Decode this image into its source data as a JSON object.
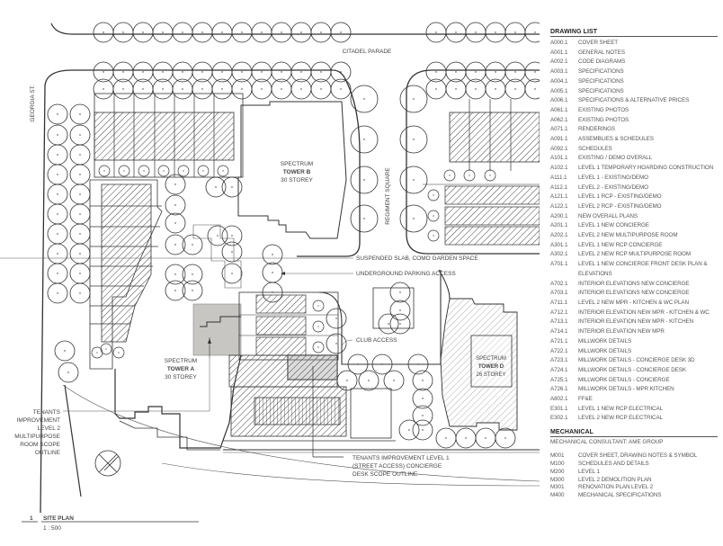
{
  "site_plan": {
    "street_labels": {
      "top": "CITADEL PARADE",
      "left": "GEORGIA ST.",
      "middle": "REGIMENT SQUARE"
    },
    "towers": [
      {
        "name": "SPECTRUM",
        "tower": "TOWER B",
        "storeys": "30 STOREY"
      },
      {
        "name": "SPECTRUM",
        "tower": "TOWER A",
        "storeys": "30 STOREY"
      },
      {
        "name": "SPECTRUM",
        "tower": "TOWER D",
        "storeys": "26 STOREY"
      }
    ],
    "callouts": {
      "garden": "SUSPENDED SLAB, COMO GARDEN SPACE",
      "parking": "UNDERGROUND PARKING ACCESS",
      "club": "CLUB ACCESS",
      "level2_lines": [
        "TENANTS",
        "IMPROVEMENT",
        "LEVEL 2",
        "MULTIPURPOSE",
        "ROOM SCOPE",
        "OUTLINE"
      ],
      "level1_lines": [
        "TENANTS IMPROVEMENT LEVEL 1",
        "(STREET ACCESS) CONCIERGE",
        "DESK SCOPE OUTLINE"
      ]
    },
    "title_block": {
      "number": "1",
      "title": "SITE PLAN",
      "scale": "1 : 500"
    },
    "colors": {
      "line": "#333333",
      "scope_fill": "#c8c6c3",
      "hatch": "#444444"
    }
  },
  "drawing_list": {
    "title": "DRAWING LIST",
    "items": [
      {
        "code": "A000.1",
        "desc": "COVER SHEET"
      },
      {
        "code": "A001.1",
        "desc": "GENERAL NOTES"
      },
      {
        "code": "A002.1",
        "desc": "CODE DIAGRAMS"
      },
      {
        "code": "A003.1",
        "desc": "SPECIFICATIONS"
      },
      {
        "code": "A004.1",
        "desc": "SPECIFICATIONS"
      },
      {
        "code": "A005.1",
        "desc": "SPECIFICATIONS"
      },
      {
        "code": "A006.1",
        "desc": "SPECIFICATIONS & ALTERNATIVE PRICES"
      },
      {
        "code": "A061.1",
        "desc": "EXISTING PHOTOS"
      },
      {
        "code": "A062.1",
        "desc": "EXISTING PHOTOS"
      },
      {
        "code": "A071.1",
        "desc": "RENDERINGS"
      },
      {
        "code": "A091.1",
        "desc": "ASSEMBLIES & SCHEDULES"
      },
      {
        "code": "A092.1",
        "desc": "SCHEDULES"
      },
      {
        "code": "A101.1",
        "desc": "EXISTING / DEMO OVERALL"
      },
      {
        "code": "A102.1",
        "desc": "LEVEL 1 TEMPORARY HOARDING CONSTRUCTION"
      },
      {
        "code": "A111.1",
        "desc": "LEVEL 1 - EXISTING/DEMO"
      },
      {
        "code": "A112.1",
        "desc": "LEVEL 2 - EXISTING/DEMO"
      },
      {
        "code": "A121.1",
        "desc": "LEVEL 1 RCP - EXISTING/DEMO"
      },
      {
        "code": "A122.1",
        "desc": "LEVEL 2 RCP - EXISTING/DEMO"
      },
      {
        "code": "A200.1",
        "desc": "NEW OVERALL PLANS"
      },
      {
        "code": "A201.1",
        "desc": "LEVEL 1 NEW CONCIERGE"
      },
      {
        "code": "A202.1",
        "desc": "LEVEL 2 NEW MULTIPURPOSE ROOM"
      },
      {
        "code": "A301.1",
        "desc": "LEVEL 1 NEW RCP CONCIERGE"
      },
      {
        "code": "A302.1",
        "desc": "LEVEL 2 NEW RCP MULTIPURPOSE ROOM"
      },
      {
        "code": "A701.1",
        "desc": "LEVEL 1 NEW CONCIERGE FRONT DESK PLAN & ELEVATIONS"
      },
      {
        "code": "A702.1",
        "desc": "INTERIOR ELEVATIONS NEW CONCIERGE"
      },
      {
        "code": "A703.1",
        "desc": "INTERIOR ELEVATIONS NEW CONCIERGE"
      },
      {
        "code": "A711.1",
        "desc": "LEVEL 2 NEW MPR - KITCHEN & WC PLAN"
      },
      {
        "code": "A712.1",
        "desc": "INTERIOR ELEVATION NEW MPR - KITCHEN & WC"
      },
      {
        "code": "A713.1",
        "desc": "INTERIOR ELEVATION NEW MPR - KITCHEN"
      },
      {
        "code": "A714.1",
        "desc": "INTERIOR ELEVATION NEW MPR"
      },
      {
        "code": "A721.1",
        "desc": "MILLWORK DETAILS"
      },
      {
        "code": "A722.1",
        "desc": "MILLWORK DETAILS"
      },
      {
        "code": "A723.1",
        "desc": "MILLWORK DETAILS - CONCIERGE DESK 3D"
      },
      {
        "code": "A724.1",
        "desc": "MILLWORK DETAILS - CONCIERGE DESK"
      },
      {
        "code": "A725.1",
        "desc": "MILLWORK DETAILS - CONCIERGE"
      },
      {
        "code": "A726.1",
        "desc": "MILLWORK DETAILS - MPR KITCHEN"
      },
      {
        "code": "A802.1",
        "desc": "FF&E"
      },
      {
        "code": "E301.1",
        "desc": "LEVEL 1 NEW RCP ELECTRICAL"
      },
      {
        "code": "E302.1",
        "desc": "LEVEL 2 NEW RCP ELECTRICAL"
      }
    ]
  },
  "mechanical": {
    "title": "MECHANICAL",
    "consultant": "MECHANICAL CONSULTANT: AME GROUP",
    "items": [
      {
        "code": "M001",
        "desc": "COVER SHEET, DRAWING NOTES & SYMBOL"
      },
      {
        "code": "M100",
        "desc": "SCHEDULES AND DETAILS"
      },
      {
        "code": "M200",
        "desc": "LEVEL 1"
      },
      {
        "code": "M300",
        "desc": "LEVEL 2 DEMOLITION PLAN"
      },
      {
        "code": "M301",
        "desc": "RENOVATION PLAN LEVEL 2"
      },
      {
        "code": "M400",
        "desc": "MECHANICAL SPECIFICATIONS"
      }
    ]
  }
}
